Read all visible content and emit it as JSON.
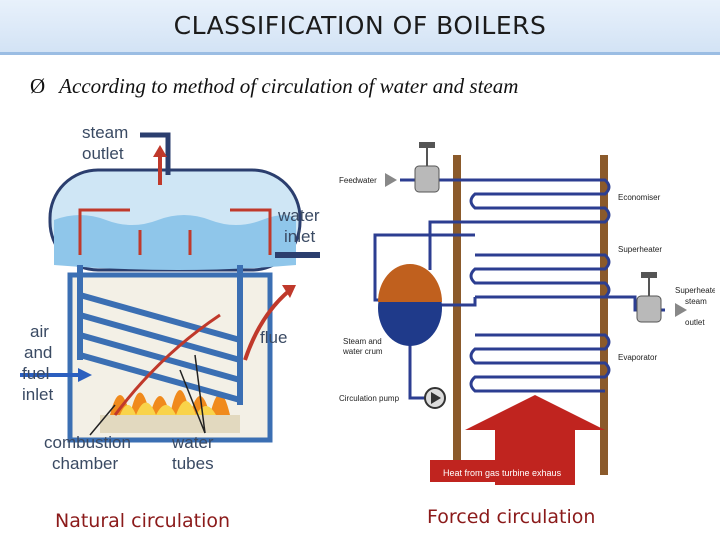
{
  "title": "CLASSIFICATION OF BOILERS",
  "bullet": "According to method of circulation of water and steam",
  "bullet_marker": "Ø",
  "natural": {
    "caption": "Natural circulation",
    "labels": {
      "steam": "steam",
      "outlet": "outlet",
      "water": "water",
      "inlet": "inlet",
      "air": "air",
      "and": "and",
      "fuel": "fuel",
      "fuel_inlet": "inlet",
      "flue": "flue",
      "combustion": "combustion",
      "chamber": "chamber",
      "water_t": "water",
      "tubes": "tubes"
    }
  },
  "forced": {
    "caption": "Forced circulation",
    "labels": {
      "feedwater": "Feedwater",
      "economiser": "Economiser",
      "superheater": "Superheater",
      "superheated1": "Superheated",
      "superheated2": "steam",
      "superheated3": "outlet",
      "drum1": "Steam and",
      "drum2": "water crum",
      "evaporator": "Evaporator",
      "pump": "Circulation pump",
      "heat": "Heat from gas turbine exhaus"
    }
  },
  "colors": {
    "caption": "#8b1a1a",
    "arrow_red": "#c0392b",
    "pipe_blue": "#2c3e91",
    "frame_brown": "#8b5a2b",
    "drum_top": "#c0601e",
    "drum_bottom": "#1f3a8a"
  }
}
